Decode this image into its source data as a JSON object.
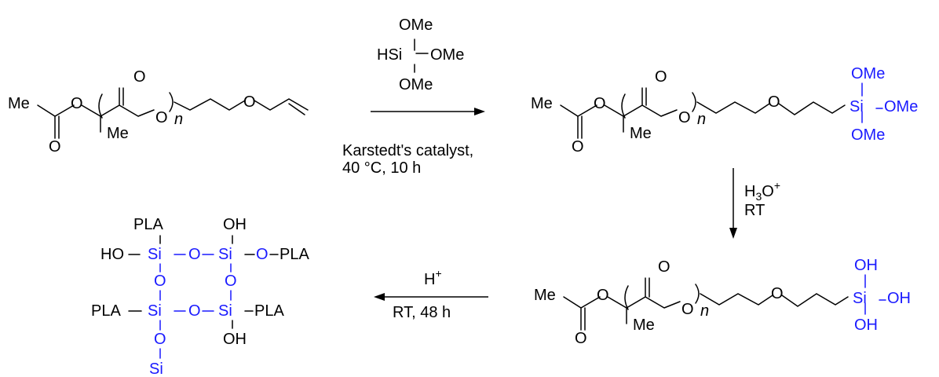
{
  "atoms": {
    "me": "Me",
    "o": "O",
    "n": "n",
    "ome": "OMe",
    "si": "Si",
    "oh": "OH",
    "ho": "HO",
    "pla": "PLA",
    "hsi": "HSi"
  },
  "reaction1": {
    "reagent_ome_top": "OMe",
    "reagent_hsi": "HSi",
    "reagent_ome_right": "OMe",
    "reagent_ome_bottom": "OMe",
    "catalyst": "Karstedt's catalyst,",
    "conditions": "40 °C, 10 h"
  },
  "reaction2": {
    "reagent_h3o": "H",
    "reagent_h3o_sub": "3",
    "reagent_h3o_o": "O",
    "reagent_h3o_sup": "+",
    "conditions": "RT"
  },
  "reaction3": {
    "reagent_h": "H",
    "reagent_h_sup": "+",
    "conditions": "RT, 48 h"
  },
  "colors": {
    "silicon_group": "#1a1aff",
    "bonds": "#000000"
  }
}
